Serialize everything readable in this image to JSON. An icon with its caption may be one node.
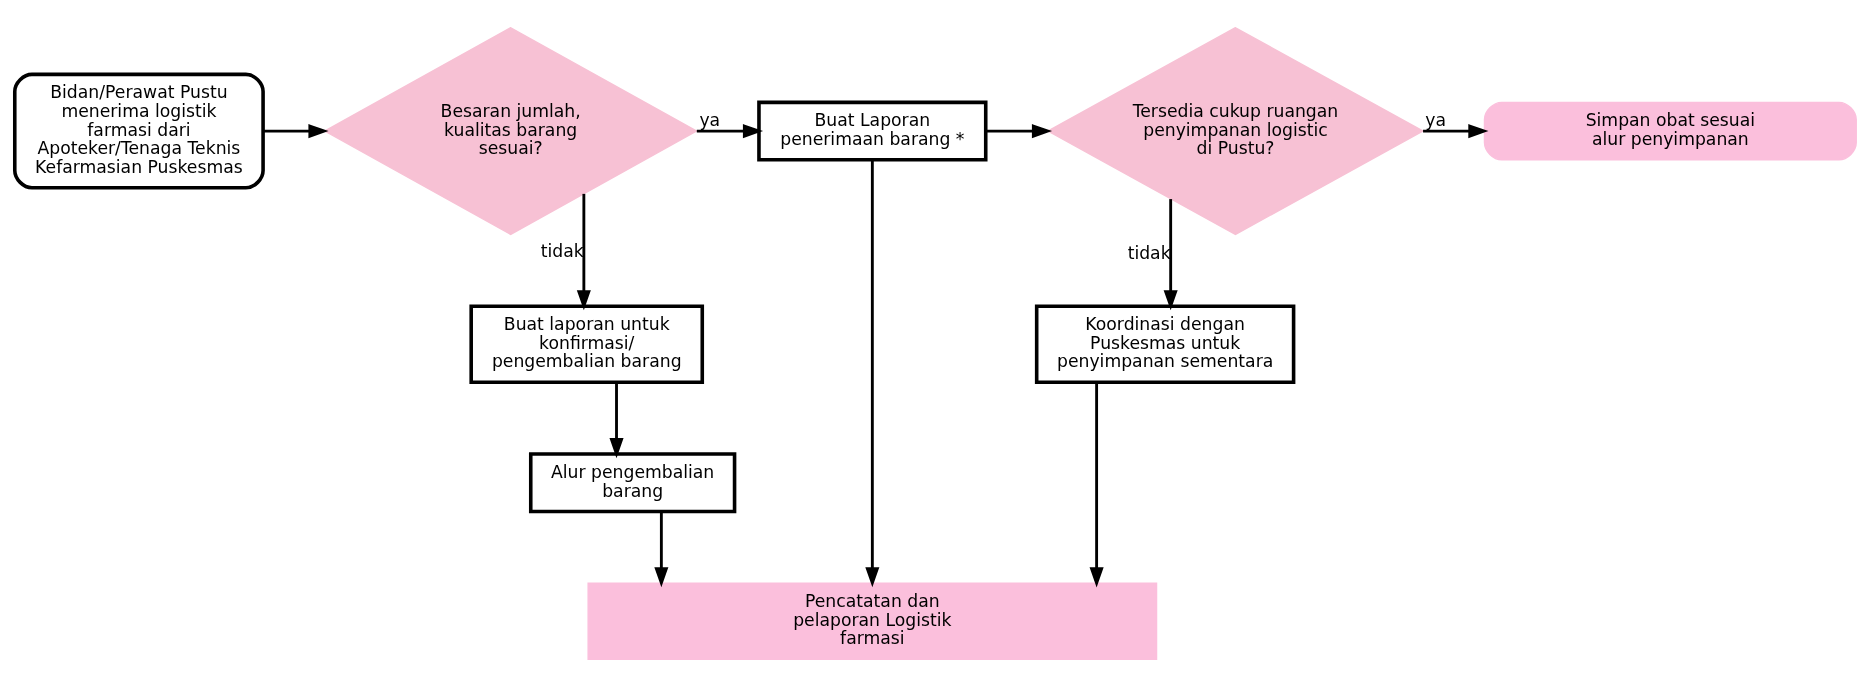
{
  "diagram": {
    "nodes": [
      {
        "text": [
          "Bidan/Perawat Pustu menerima logistik farmasi dari Apoteker/Tenaga Teknis Kefarmasian Puskesmas"
        ]
      },
      {
        "text": [
          "Besaran jumlah, kualitas barang sesuai?"
        ]
      },
      {
        "text": [
          "Buat Laporan penerimaan barang *"
        ]
      },
      {
        "text": [
          "Tersedia cukup ruangan penyimpanan logistic di Pustu?"
        ]
      },
      {
        "text": [
          "Simpan obat sesuai alur penyimpanan"
        ]
      },
      {
        "text": [
          "Buat laporan untuk konfirmasi/ pengembalian barang"
        ]
      },
      {
        "text": [
          "Koordinasi dengan Puskesmas untuk penyimpanan sementara"
        ]
      },
      {
        "text": [
          "Alur pengembalian barang"
        ]
      },
      {
        "text": [
          "Pencatatan dan pelaporan Logistik farmasi"
        ]
      }
    ],
    "edges": [
      {
        "from": 0,
        "to": 1,
        "arrow": "to"
      },
      {
        "from": 1,
        "to": 2,
        "arrow": "to",
        "label": "ya"
      },
      {
        "from": 2,
        "to": 3,
        "arrow": "to"
      },
      {
        "from": 3,
        "to": 4,
        "arrow": "to",
        "label": "ya"
      },
      {
        "from": 1,
        "to": 5,
        "arrow": "to",
        "label": "tidak"
      },
      {
        "from": 3,
        "to": 6,
        "arrow": "to",
        "label": "tidak"
      },
      {
        "from": 5,
        "to": 7,
        "arrow": "to"
      },
      {
        "from": 2,
        "to": 8,
        "arrow": "to"
      },
      {
        "from": 7,
        "to": 8,
        "arrow": "to"
      },
      {
        "from": 6,
        "to": 8,
        "arrow": "to"
      }
    ]
  }
}
